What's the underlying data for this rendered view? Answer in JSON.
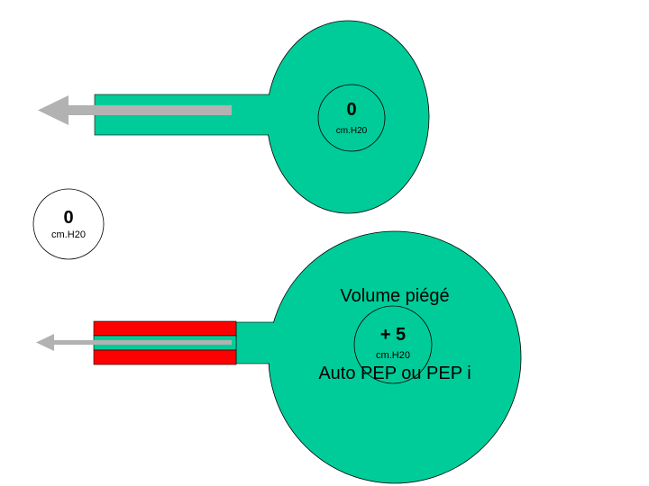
{
  "top_alveolus": {
    "pressure_value": "0",
    "pressure_unit": "cm.H20"
  },
  "mouth_gauge": {
    "pressure_value": "0",
    "pressure_unit": "cm.H20"
  },
  "bottom_alveolus": {
    "label_top": "Volume piégé",
    "pressure_value": "+ 5",
    "pressure_unit": "cm.H20",
    "label_bottom": "Auto PEP ou PEP i"
  },
  "colors": {
    "alveolus_fill": "#00CC99",
    "airway_fill": "#00CC99",
    "obstruction_red": "#FF0000",
    "arrow_gray": "#B2B2B2",
    "outline": "#000000",
    "gauge_fill": "#FFFFFF"
  }
}
